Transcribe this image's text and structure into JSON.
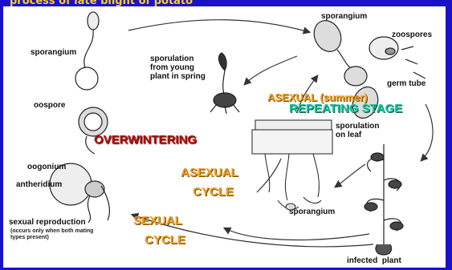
{
  "header_fragment": "process of late blight of potato",
  "labels": {
    "sporangium_left": "sporangium",
    "oospore": "oospore",
    "oogonium": "oogonium",
    "antheridium": "antheridium",
    "sexual_reproduction": "sexual reproduction",
    "sexual_note": "(occurs only when both mating\ntypes present)",
    "sporulation_young": "sporulation\nfrom young\nplant in spring",
    "sporangium_top": "sporangium",
    "zoospores": "zoospores",
    "germ_tube": "germ tube",
    "sporulation_leaf": "sporulation\non leaf",
    "sporangium_bottom": "sporangium",
    "infected_plant": "infected  plant"
  },
  "stages": {
    "overwintering": "OVERWINTERING",
    "asexual_summer": "ASEXUAL (summer)",
    "repeating": "REPEATING STAGE",
    "asexual_cycle_1": "ASEXUAL",
    "asexual_cycle_2": "CYCLE",
    "sexual_cycle_1": "SEXUAL",
    "sexual_cycle_2": "CYCLE"
  },
  "colors": {
    "background": "#1a12c8",
    "overwintering": "#b01010",
    "asexual": "#f0a020",
    "repeating": "#14c8a0"
  }
}
